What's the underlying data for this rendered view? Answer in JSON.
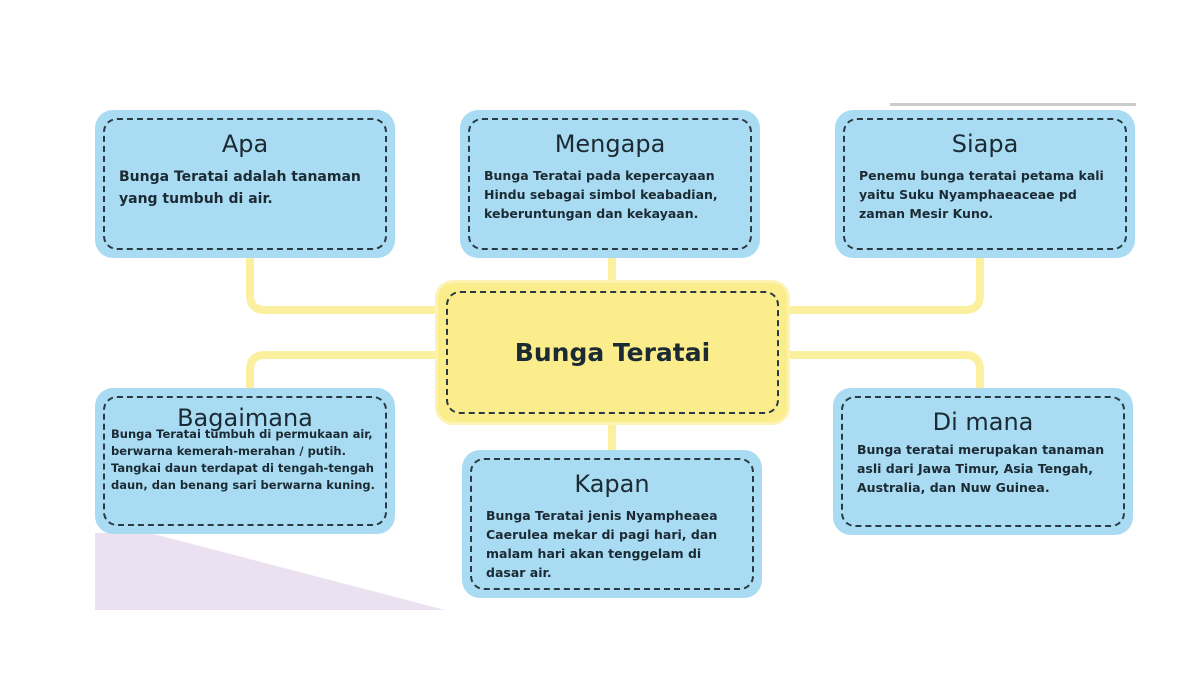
{
  "center": "Bunga Teratai",
  "nodes": {
    "apa": {
      "title": "Apa",
      "text": "Bunga Teratai adalah tanaman yang tumbuh di air."
    },
    "mengapa": {
      "title": "Mengapa",
      "text": "Bunga Teratai pada kepercayaan Hindu sebagai simbol keabadian, keberuntungan dan kekayaan."
    },
    "siapa": {
      "title": "Siapa",
      "text": "Penemu bunga teratai petama kali yaitu Suku Nyamphaeaceae pd zaman Mesir Kuno."
    },
    "bagaimana": {
      "title": "Bagaimana",
      "text": "Bunga Teratai tumbuh di permukaan air, berwarna kemerah-merahan / putih. Tangkai daun terdapat di tengah-tengah daun, dan benang sari berwarna kuning."
    },
    "kapan": {
      "title": "Kapan",
      "text": "Bunga Teratai jenis Nyampheaea Caerulea mekar di pagi hari, dan malam hari akan tenggelam di dasar air."
    },
    "dimana": {
      "title": "Di mana",
      "text": "Bunga teratai merupakan tanaman asli dari Jawa Timur, Asia Tengah, Australia, dan Nuw Guinea."
    }
  },
  "colors": {
    "node": "#a9dcf3",
    "center": "#fbec8c",
    "connector": "#faf0a0"
  }
}
